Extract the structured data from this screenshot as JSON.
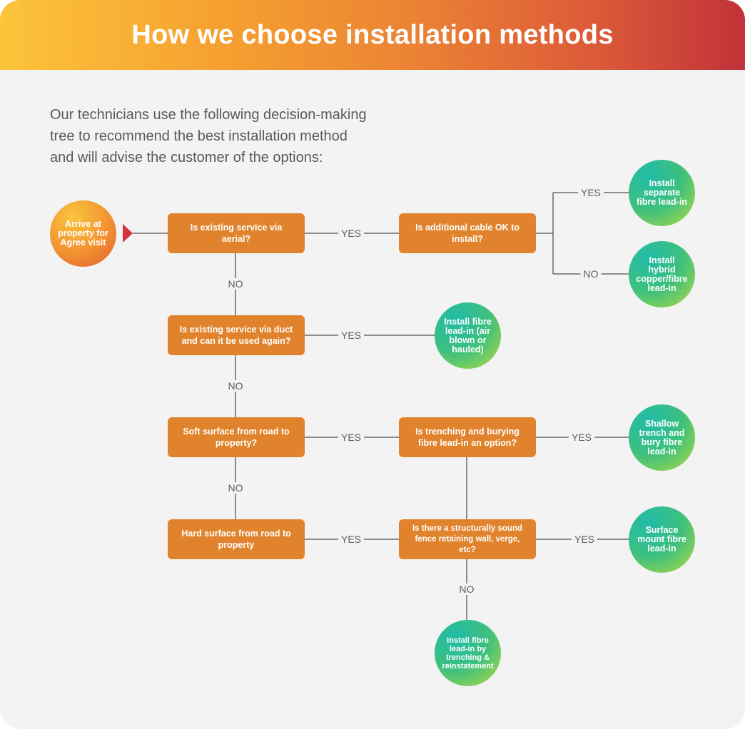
{
  "header": {
    "title": "How we choose installation methods"
  },
  "intro": {
    "line1": "Our technicians use the following decision-making",
    "line2": "tree to recommend the best installation method",
    "line3": "and will advise the customer of the options:"
  },
  "start": {
    "text": "Arrive at property for Agree visit"
  },
  "decisions": {
    "aerial": "Is existing service via aerial?",
    "additional_cable": "Is additional cable OK to install?",
    "duct": "Is existing service via duct and can it be used again?",
    "soft_surface": "Soft surface from road to property?",
    "trenching": "Is trenching and burying fibre lead-in an option?",
    "hard_surface": "Hard surface from road to property",
    "structure": "Is there a structurally sound fence retaining wall, verge, etc?"
  },
  "outcomes": {
    "separate_fibre": "Install separate fibre lead-in",
    "hybrid": "Install hybrid copper/fibre lead-in",
    "air_blown": "Install fibre lead-in (air blown or hauled)",
    "shallow_trench": "Shallow trench and bury fibre lead-in",
    "surface_mount": "Surface mount fibre lead-in",
    "trench_reinstate": "Install fibre lead-in by trenching & reinstatement"
  },
  "edge_labels": {
    "yes": "YES",
    "no": "NO"
  },
  "colors": {
    "header_start": "#fcc43a",
    "header_end": "#c13239",
    "decision_box": "#e0832c",
    "connector": "#6b6b6b",
    "outcome_start": "#21bba9",
    "outcome_end": "#b7db3f"
  }
}
